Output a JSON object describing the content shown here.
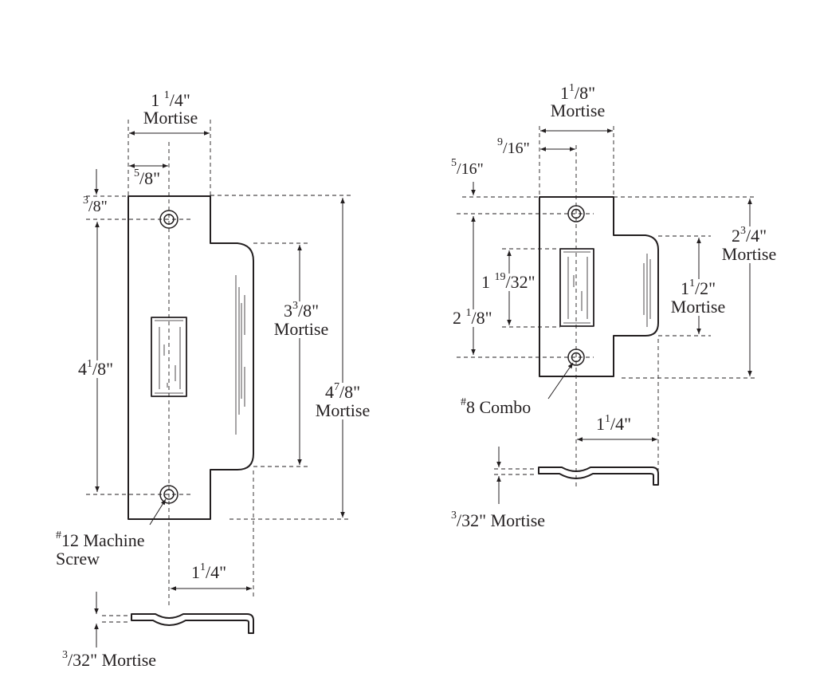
{
  "left_strike": {
    "width": {
      "whole": "1 ",
      "num": "1",
      "den": "4",
      "unit": "\"",
      "word": "Mortise"
    },
    "hole_offset": {
      "num": "5",
      "den": "8",
      "unit": "\""
    },
    "top_offset": {
      "num": "3",
      "den": "8",
      "unit": "\""
    },
    "hole_spacing": {
      "whole": "4",
      "num": "1",
      "den": "8",
      "unit": "\""
    },
    "lip_height": {
      "whole": "3",
      "num": "3",
      "den": "8",
      "unit": "\"",
      "word": "Mortise"
    },
    "overall_height": {
      "whole": "4",
      "num": "7",
      "den": "8",
      "unit": "\"",
      "word": "Mortise"
    },
    "screw": {
      "mark": "#",
      "line1": "12 Machine",
      "line2": "Screw"
    },
    "lip_depth": {
      "whole": "1",
      "num": "1",
      "den": "4",
      "unit": "\""
    },
    "thickness": {
      "num": "3",
      "den": "32",
      "unit": "\"",
      "word": " Mortise"
    }
  },
  "right_strike": {
    "width": {
      "whole": "1",
      "num": "1",
      "den": "8",
      "unit": "\"",
      "word": "Mortise"
    },
    "hole_offset": {
      "num": "9",
      "den": "16",
      "unit": "\""
    },
    "top_offset": {
      "num": "5",
      "den": "16",
      "unit": "\""
    },
    "overall_height": {
      "whole": "2",
      "num": "3",
      "den": "4",
      "unit": "\"",
      "word": "Mortise"
    },
    "opening_height": {
      "whole": "1 ",
      "num": "19",
      "den": "32",
      "unit": "\""
    },
    "hole_spacing": {
      "whole": "2 ",
      "num": "1",
      "den": "8",
      "unit": "\""
    },
    "lip_height": {
      "whole": "1",
      "num": "1",
      "den": "2",
      "unit": "\"",
      "word": "Mortise"
    },
    "screw": {
      "mark": "#",
      "line1": "8 Combo"
    },
    "lip_depth": {
      "whole": "1",
      "num": "1",
      "den": "4",
      "unit": "\""
    },
    "thickness": {
      "num": "3",
      "den": "32",
      "unit": "\"",
      "word": " Mortise"
    }
  }
}
